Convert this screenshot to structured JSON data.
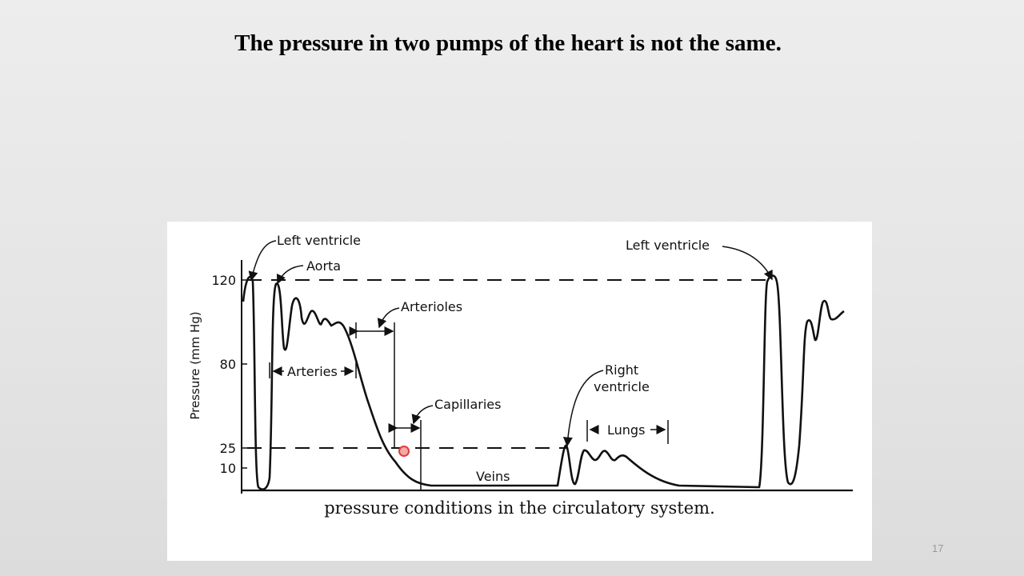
{
  "slide": {
    "title": "The pressure in two pumps of the heart is not the same.",
    "page_number": "17"
  },
  "figure": {
    "caption": "pressure conditions in the circulatory system.",
    "y_axis_label": "Pressure (mm Hg)",
    "y_ticks": [
      "120",
      "80",
      "25",
      "10"
    ],
    "labels": {
      "left_ventricle_1": "Left ventricle",
      "aorta": "Aorta",
      "arterioles": "Arterioles",
      "arteries": "Arteries",
      "capillaries": "Capillaries",
      "veins": "Veins",
      "right_ventricle_line1": "Right",
      "right_ventricle_line2": "ventricle",
      "lungs": "Lungs",
      "left_ventricle_2": "Left ventricle"
    }
  }
}
